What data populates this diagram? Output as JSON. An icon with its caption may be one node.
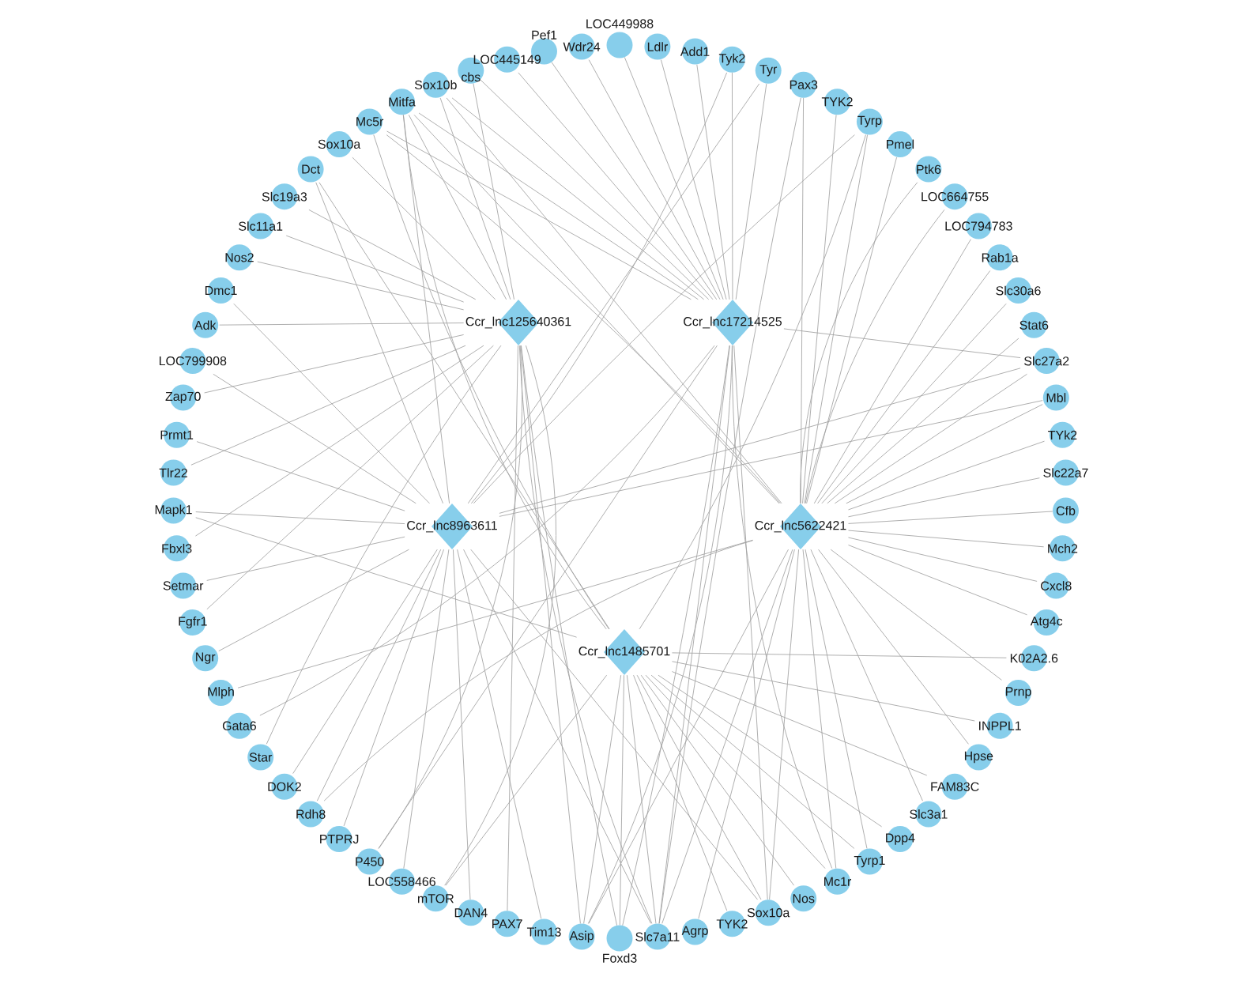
{
  "diagram": {
    "nodes": [
      {
        "text": [
          "LOC449988"
        ]
      },
      {
        "text": [
          "Ldlr"
        ]
      },
      {
        "text": [
          "Add1"
        ]
      },
      {
        "text": [
          "Tyk2"
        ]
      },
      {
        "text": [
          "Tyr"
        ]
      },
      {
        "text": [
          "Pax3"
        ]
      },
      {
        "text": [
          "TYK2"
        ]
      },
      {
        "text": [
          "Tyrp"
        ]
      },
      {
        "text": [
          "Pmel"
        ]
      },
      {
        "text": [
          "Ptk6"
        ]
      },
      {
        "text": [
          "LOC664755"
        ]
      },
      {
        "text": [
          "LOC794783"
        ]
      },
      {
        "text": [
          "Rab1a"
        ]
      },
      {
        "text": [
          "Slc30a6"
        ]
      },
      {
        "text": [
          "Stat6"
        ]
      },
      {
        "text": [
          "Slc27a2"
        ]
      },
      {
        "text": [
          "Mbl"
        ]
      },
      {
        "text": [
          "TYk2"
        ]
      },
      {
        "text": [
          "Slc22a7"
        ]
      },
      {
        "text": [
          "Cfb"
        ]
      },
      {
        "text": [
          "Mch2"
        ]
      },
      {
        "text": [
          "Cxcl8"
        ]
      },
      {
        "text": [
          "Atg4c"
        ]
      },
      {
        "text": [
          "K02A2.6"
        ]
      },
      {
        "text": [
          "Prnp"
        ]
      },
      {
        "text": [
          "INPPL1"
        ]
      },
      {
        "text": [
          "Hpse"
        ]
      },
      {
        "text": [
          "FAM83C"
        ]
      },
      {
        "text": [
          "Slc3a1"
        ]
      },
      {
        "text": [
          "Dpp4"
        ]
      },
      {
        "text": [
          "Tyrp1"
        ]
      },
      {
        "text": [
          "Mc1r"
        ]
      },
      {
        "text": [
          "Nos"
        ]
      },
      {
        "text": [
          "Sox10a"
        ]
      },
      {
        "text": [
          "TYK2"
        ]
      },
      {
        "text": [
          "Agrp"
        ]
      },
      {
        "text": [
          "Slc7a11"
        ]
      },
      {
        "text": [
          "Foxd3"
        ]
      },
      {
        "text": [
          "Asip"
        ]
      },
      {
        "text": [
          "Tim13"
        ]
      },
      {
        "text": [
          "PAX7"
        ]
      },
      {
        "text": [
          "DAN4"
        ]
      },
      {
        "text": [
          "mTOR"
        ]
      },
      {
        "text": [
          "LOC558466"
        ]
      },
      {
        "text": [
          "P450"
        ]
      },
      {
        "text": [
          "PTPRJ"
        ]
      },
      {
        "text": [
          "Rdh8"
        ]
      },
      {
        "text": [
          "DOK2"
        ]
      },
      {
        "text": [
          "Star"
        ]
      },
      {
        "text": [
          "Gata6"
        ]
      },
      {
        "text": [
          "Mlph"
        ]
      },
      {
        "text": [
          "Ngr"
        ]
      },
      {
        "text": [
          "Fgfr1"
        ]
      },
      {
        "text": [
          "Setmar"
        ]
      },
      {
        "text": [
          "Fbxl3"
        ]
      },
      {
        "text": [
          "Mapk1"
        ]
      },
      {
        "text": [
          "Tlr22"
        ]
      },
      {
        "text": [
          "Prmt1"
        ]
      },
      {
        "text": [
          "Zap70"
        ]
      },
      {
        "text": [
          "LOC799908"
        ]
      },
      {
        "text": [
          "Adk"
        ]
      },
      {
        "text": [
          "Dmc1"
        ]
      },
      {
        "text": [
          "Nos2"
        ]
      },
      {
        "text": [
          "Slc11a1"
        ]
      },
      {
        "text": [
          "Slc19a3"
        ]
      },
      {
        "text": [
          "Dct"
        ]
      },
      {
        "text": [
          "Sox10a"
        ]
      },
      {
        "text": [
          "Mc5r"
        ]
      },
      {
        "text": [
          "Mitfa"
        ]
      },
      {
        "text": [
          "Sox10b"
        ]
      },
      {
        "text": [
          "cbs"
        ]
      },
      {
        "text": [
          "LOC445149"
        ]
      },
      {
        "text": [
          "Pef1"
        ]
      },
      {
        "text": [
          "Wdr24"
        ]
      },
      {
        "text": [
          "Ccr_lnc125640361"
        ]
      },
      {
        "text": [
          "Ccr_lnc17214525"
        ]
      },
      {
        "text": [
          "Ccr_lnc8963611"
        ]
      },
      {
        "text": [
          "Ccr_lnc5622421"
        ]
      },
      {
        "text": [
          "Ccr_lnc1485701"
        ]
      }
    ],
    "edges": [
      {
        "from": 74,
        "to": 36,
        "arrow": "none"
      },
      {
        "from": 74,
        "to": 37,
        "arrow": "none"
      },
      {
        "from": 74,
        "to": 38,
        "arrow": "none"
      },
      {
        "from": 74,
        "to": 40,
        "arrow": "none"
      },
      {
        "from": 74,
        "to": 42,
        "arrow": "none"
      },
      {
        "from": 74,
        "to": 44,
        "arrow": "none"
      },
      {
        "from": 74,
        "to": 48,
        "arrow": "none"
      },
      {
        "from": 74,
        "to": 52,
        "arrow": "none"
      },
      {
        "from": 74,
        "to": 54,
        "arrow": "none"
      },
      {
        "from": 74,
        "to": 56,
        "arrow": "none"
      },
      {
        "from": 74,
        "to": 58,
        "arrow": "none"
      },
      {
        "from": 74,
        "to": 60,
        "arrow": "none"
      },
      {
        "from": 74,
        "to": 62,
        "arrow": "none"
      },
      {
        "from": 74,
        "to": 63,
        "arrow": "none"
      },
      {
        "from": 74,
        "to": 64,
        "arrow": "none"
      },
      {
        "from": 74,
        "to": 66,
        "arrow": "none"
      },
      {
        "from": 74,
        "to": 68,
        "arrow": "none"
      },
      {
        "from": 74,
        "to": 69,
        "arrow": "none"
      },
      {
        "from": 74,
        "to": 70,
        "arrow": "none"
      },
      {
        "from": 75,
        "to": 0,
        "arrow": "none"
      },
      {
        "from": 75,
        "to": 1,
        "arrow": "none"
      },
      {
        "from": 75,
        "to": 2,
        "arrow": "none"
      },
      {
        "from": 75,
        "to": 3,
        "arrow": "none"
      },
      {
        "from": 75,
        "to": 4,
        "arrow": "none"
      },
      {
        "from": 75,
        "to": 15,
        "arrow": "none"
      },
      {
        "from": 75,
        "to": 31,
        "arrow": "none"
      },
      {
        "from": 75,
        "to": 33,
        "arrow": "none"
      },
      {
        "from": 75,
        "to": 36,
        "arrow": "none"
      },
      {
        "from": 75,
        "to": 37,
        "arrow": "none"
      },
      {
        "from": 75,
        "to": 38,
        "arrow": "none"
      },
      {
        "from": 75,
        "to": 44,
        "arrow": "none"
      },
      {
        "from": 75,
        "to": 49,
        "arrow": "none"
      },
      {
        "from": 75,
        "to": 67,
        "arrow": "none"
      },
      {
        "from": 75,
        "to": 68,
        "arrow": "none"
      },
      {
        "from": 75,
        "to": 69,
        "arrow": "none"
      },
      {
        "from": 75,
        "to": 70,
        "arrow": "none"
      },
      {
        "from": 75,
        "to": 71,
        "arrow": "none"
      },
      {
        "from": 75,
        "to": 72,
        "arrow": "none"
      },
      {
        "from": 75,
        "to": 73,
        "arrow": "none"
      },
      {
        "from": 76,
        "to": 3,
        "arrow": "none"
      },
      {
        "from": 76,
        "to": 4,
        "arrow": "none"
      },
      {
        "from": 76,
        "to": 7,
        "arrow": "none"
      },
      {
        "from": 76,
        "to": 15,
        "arrow": "none"
      },
      {
        "from": 76,
        "to": 16,
        "arrow": "none"
      },
      {
        "from": 76,
        "to": 33,
        "arrow": "none"
      },
      {
        "from": 76,
        "to": 36,
        "arrow": "none"
      },
      {
        "from": 76,
        "to": 39,
        "arrow": "none"
      },
      {
        "from": 76,
        "to": 41,
        "arrow": "none"
      },
      {
        "from": 76,
        "to": 43,
        "arrow": "none"
      },
      {
        "from": 76,
        "to": 45,
        "arrow": "none"
      },
      {
        "from": 76,
        "to": 46,
        "arrow": "none"
      },
      {
        "from": 76,
        "to": 47,
        "arrow": "none"
      },
      {
        "from": 76,
        "to": 51,
        "arrow": "none"
      },
      {
        "from": 76,
        "to": 53,
        "arrow": "none"
      },
      {
        "from": 76,
        "to": 55,
        "arrow": "none"
      },
      {
        "from": 76,
        "to": 57,
        "arrow": "none"
      },
      {
        "from": 76,
        "to": 59,
        "arrow": "none"
      },
      {
        "from": 76,
        "to": 61,
        "arrow": "none"
      },
      {
        "from": 76,
        "to": 65,
        "arrow": "none"
      },
      {
        "from": 76,
        "to": 68,
        "arrow": "none"
      },
      {
        "from": 77,
        "to": 5,
        "arrow": "none"
      },
      {
        "from": 77,
        "to": 6,
        "arrow": "none"
      },
      {
        "from": 77,
        "to": 7,
        "arrow": "none"
      },
      {
        "from": 77,
        "to": 8,
        "arrow": "none"
      },
      {
        "from": 77,
        "to": 9,
        "arrow": "none"
      },
      {
        "from": 77,
        "to": 10,
        "arrow": "none"
      },
      {
        "from": 77,
        "to": 11,
        "arrow": "none"
      },
      {
        "from": 77,
        "to": 12,
        "arrow": "none"
      },
      {
        "from": 77,
        "to": 13,
        "arrow": "none"
      },
      {
        "from": 77,
        "to": 14,
        "arrow": "none"
      },
      {
        "from": 77,
        "to": 15,
        "arrow": "none"
      },
      {
        "from": 77,
        "to": 16,
        "arrow": "none"
      },
      {
        "from": 77,
        "to": 17,
        "arrow": "none"
      },
      {
        "from": 77,
        "to": 18,
        "arrow": "none"
      },
      {
        "from": 77,
        "to": 19,
        "arrow": "none"
      },
      {
        "from": 77,
        "to": 20,
        "arrow": "none"
      },
      {
        "from": 77,
        "to": 21,
        "arrow": "none"
      },
      {
        "from": 77,
        "to": 22,
        "arrow": "none"
      },
      {
        "from": 77,
        "to": 24,
        "arrow": "none"
      },
      {
        "from": 77,
        "to": 26,
        "arrow": "none"
      },
      {
        "from": 77,
        "to": 28,
        "arrow": "none"
      },
      {
        "from": 77,
        "to": 30,
        "arrow": "none"
      },
      {
        "from": 77,
        "to": 31,
        "arrow": "none"
      },
      {
        "from": 77,
        "to": 33,
        "arrow": "none"
      },
      {
        "from": 77,
        "to": 35,
        "arrow": "none"
      },
      {
        "from": 77,
        "to": 36,
        "arrow": "none"
      },
      {
        "from": 77,
        "to": 38,
        "arrow": "none"
      },
      {
        "from": 77,
        "to": 46,
        "arrow": "none"
      },
      {
        "from": 77,
        "to": 50,
        "arrow": "none"
      },
      {
        "from": 77,
        "to": 67,
        "arrow": "none"
      },
      {
        "from": 77,
        "to": 68,
        "arrow": "none"
      },
      {
        "from": 77,
        "to": 69,
        "arrow": "none"
      },
      {
        "from": 78,
        "to": 7,
        "arrow": "none"
      },
      {
        "from": 78,
        "to": 23,
        "arrow": "none"
      },
      {
        "from": 78,
        "to": 25,
        "arrow": "none"
      },
      {
        "from": 78,
        "to": 27,
        "arrow": "none"
      },
      {
        "from": 78,
        "to": 29,
        "arrow": "none"
      },
      {
        "from": 78,
        "to": 30,
        "arrow": "none"
      },
      {
        "from": 78,
        "to": 31,
        "arrow": "none"
      },
      {
        "from": 78,
        "to": 32,
        "arrow": "none"
      },
      {
        "from": 78,
        "to": 33,
        "arrow": "none"
      },
      {
        "from": 78,
        "to": 34,
        "arrow": "none"
      },
      {
        "from": 78,
        "to": 36,
        "arrow": "none"
      },
      {
        "from": 78,
        "to": 37,
        "arrow": "none"
      },
      {
        "from": 78,
        "to": 38,
        "arrow": "none"
      },
      {
        "from": 78,
        "to": 42,
        "arrow": "none"
      },
      {
        "from": 78,
        "to": 55,
        "arrow": "none"
      },
      {
        "from": 78,
        "to": 65,
        "arrow": "none"
      },
      {
        "from": 78,
        "to": 67,
        "arrow": "none"
      },
      {
        "from": 78,
        "to": 68,
        "arrow": "none"
      },
      {
        "from": 5,
        "to": 36,
        "arrow": "none"
      }
    ]
  }
}
